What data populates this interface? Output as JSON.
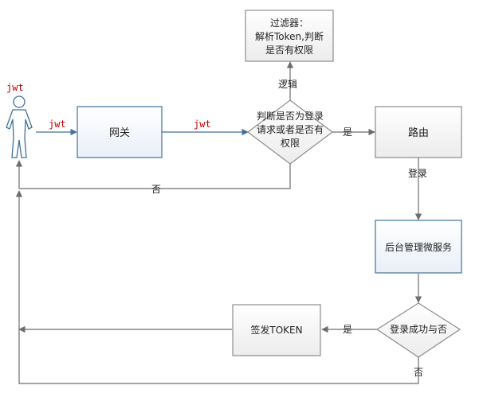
{
  "colors": {
    "stroke": "#7f7f7f",
    "node_blue_border": "#41719c",
    "node_blue_fill": "#f4f7fc",
    "node_gray_border": "#8c8c8c",
    "node_gray_fill": "#f5f5f5",
    "jwt_text": "#c00000",
    "text": "#222222"
  },
  "actor": {
    "label": "jwt",
    "icon": "person-icon"
  },
  "nodes": {
    "gateway": "网关",
    "filter": [
      "过滤器：",
      "解析Token,判断",
      "是否有权限"
    ],
    "decision_auth": [
      "判断是否为登录",
      "请求或者是否有",
      "权限"
    ],
    "router": "路由",
    "auth_service": "后台管理微服务",
    "decision_login": "登录成功与否",
    "sign_token": "签发TOKEN"
  },
  "edges": {
    "actor_to_gateway": "jwt",
    "gateway_to_decision": "jwt",
    "decision_to_filter": "逻辑",
    "decision_to_router": "是",
    "decision_to_actor": "否",
    "router_to_service": "登录",
    "login_yes": "是",
    "login_no": "否"
  }
}
